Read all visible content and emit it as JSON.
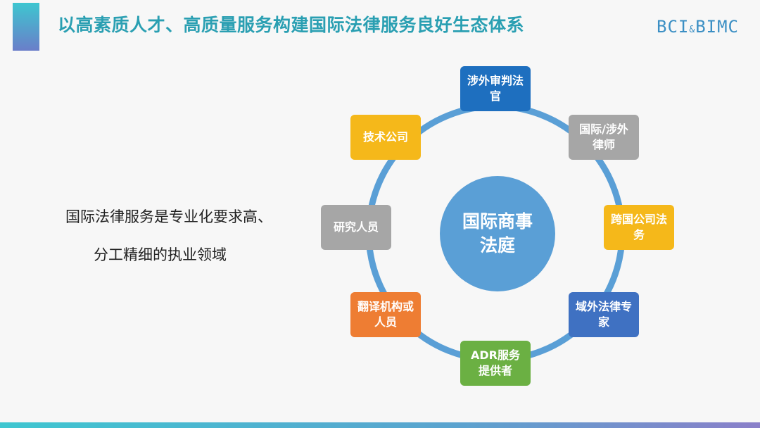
{
  "title": "以高素质人才、高质量服务构建国际法律服务良好生态体系",
  "logo": {
    "left": "BCI",
    "amp": "&",
    "right": "BIMC"
  },
  "description": {
    "line1": "国际法律服务是专业化要求高、",
    "line2": "分工精细的执业领域"
  },
  "center": {
    "label": "国际商事法庭"
  },
  "nodes": [
    {
      "label": "涉外审判法官",
      "color": "#1e6fbf"
    },
    {
      "label": "国际/涉外律师",
      "color": "#a6a6a6"
    },
    {
      "label": "跨国公司法务",
      "color": "#f5b81a"
    },
    {
      "label": "域外法律专家",
      "color": "#3f71c2"
    },
    {
      "label": "ADR服务提供者",
      "color": "#6bb043"
    },
    {
      "label": "翻译机构或人员",
      "color": "#ee7d33"
    },
    {
      "label": "研究人员",
      "color": "#a6a6a6"
    },
    {
      "label": "技术公司",
      "color": "#f5b81a"
    }
  ],
  "colors": {
    "ring": "#5a9fd6",
    "title": "#2a9fb2"
  }
}
